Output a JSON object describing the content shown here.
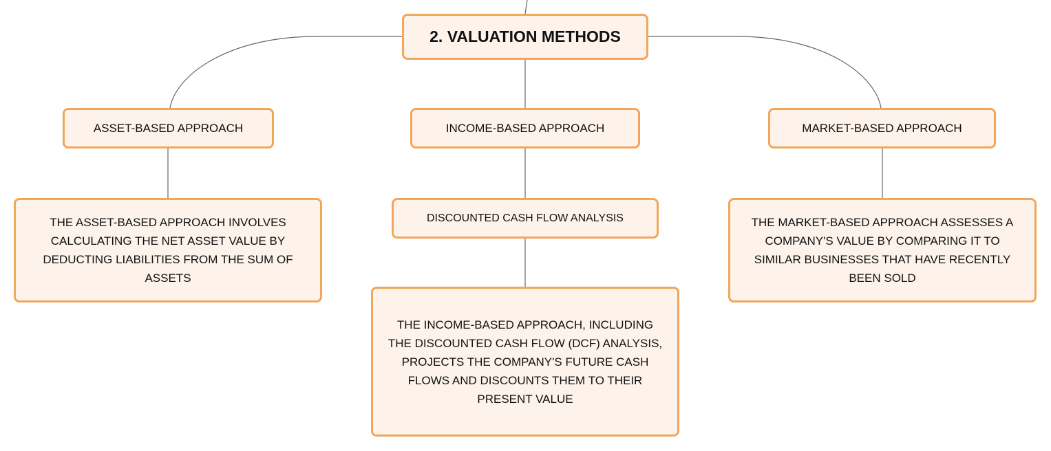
{
  "colors": {
    "border": "#f2a65a",
    "fill": "#fdf3ea",
    "line": "#666666"
  },
  "root": {
    "label": "2. VALUATION METHODS"
  },
  "branches": [
    {
      "label": "ASSET-BASED APPROACH",
      "description": "THE ASSET-BASED APPROACH INVOLVES CALCULATING THE NET ASSET VALUE BY DEDUCTING LIABILITIES FROM THE SUM OF ASSETS"
    },
    {
      "label": "INCOME-BASED APPROACH",
      "sub": "DISCOUNTED CASH FLOW ANALYSIS",
      "description": "THE INCOME-BASED APPROACH, INCLUDING THE DISCOUNTED CASH FLOW (DCF) ANALYSIS, PROJECTS THE COMPANY'S FUTURE CASH FLOWS AND DISCOUNTS THEM TO THEIR PRESENT VALUE"
    },
    {
      "label": "MARKET-BASED APPROACH",
      "description": "THE MARKET-BASED APPROACH ASSESSES A COMPANY'S VALUE BY COMPARING IT TO SIMILAR BUSINESSES THAT HAVE RECENTLY BEEN SOLD"
    }
  ]
}
